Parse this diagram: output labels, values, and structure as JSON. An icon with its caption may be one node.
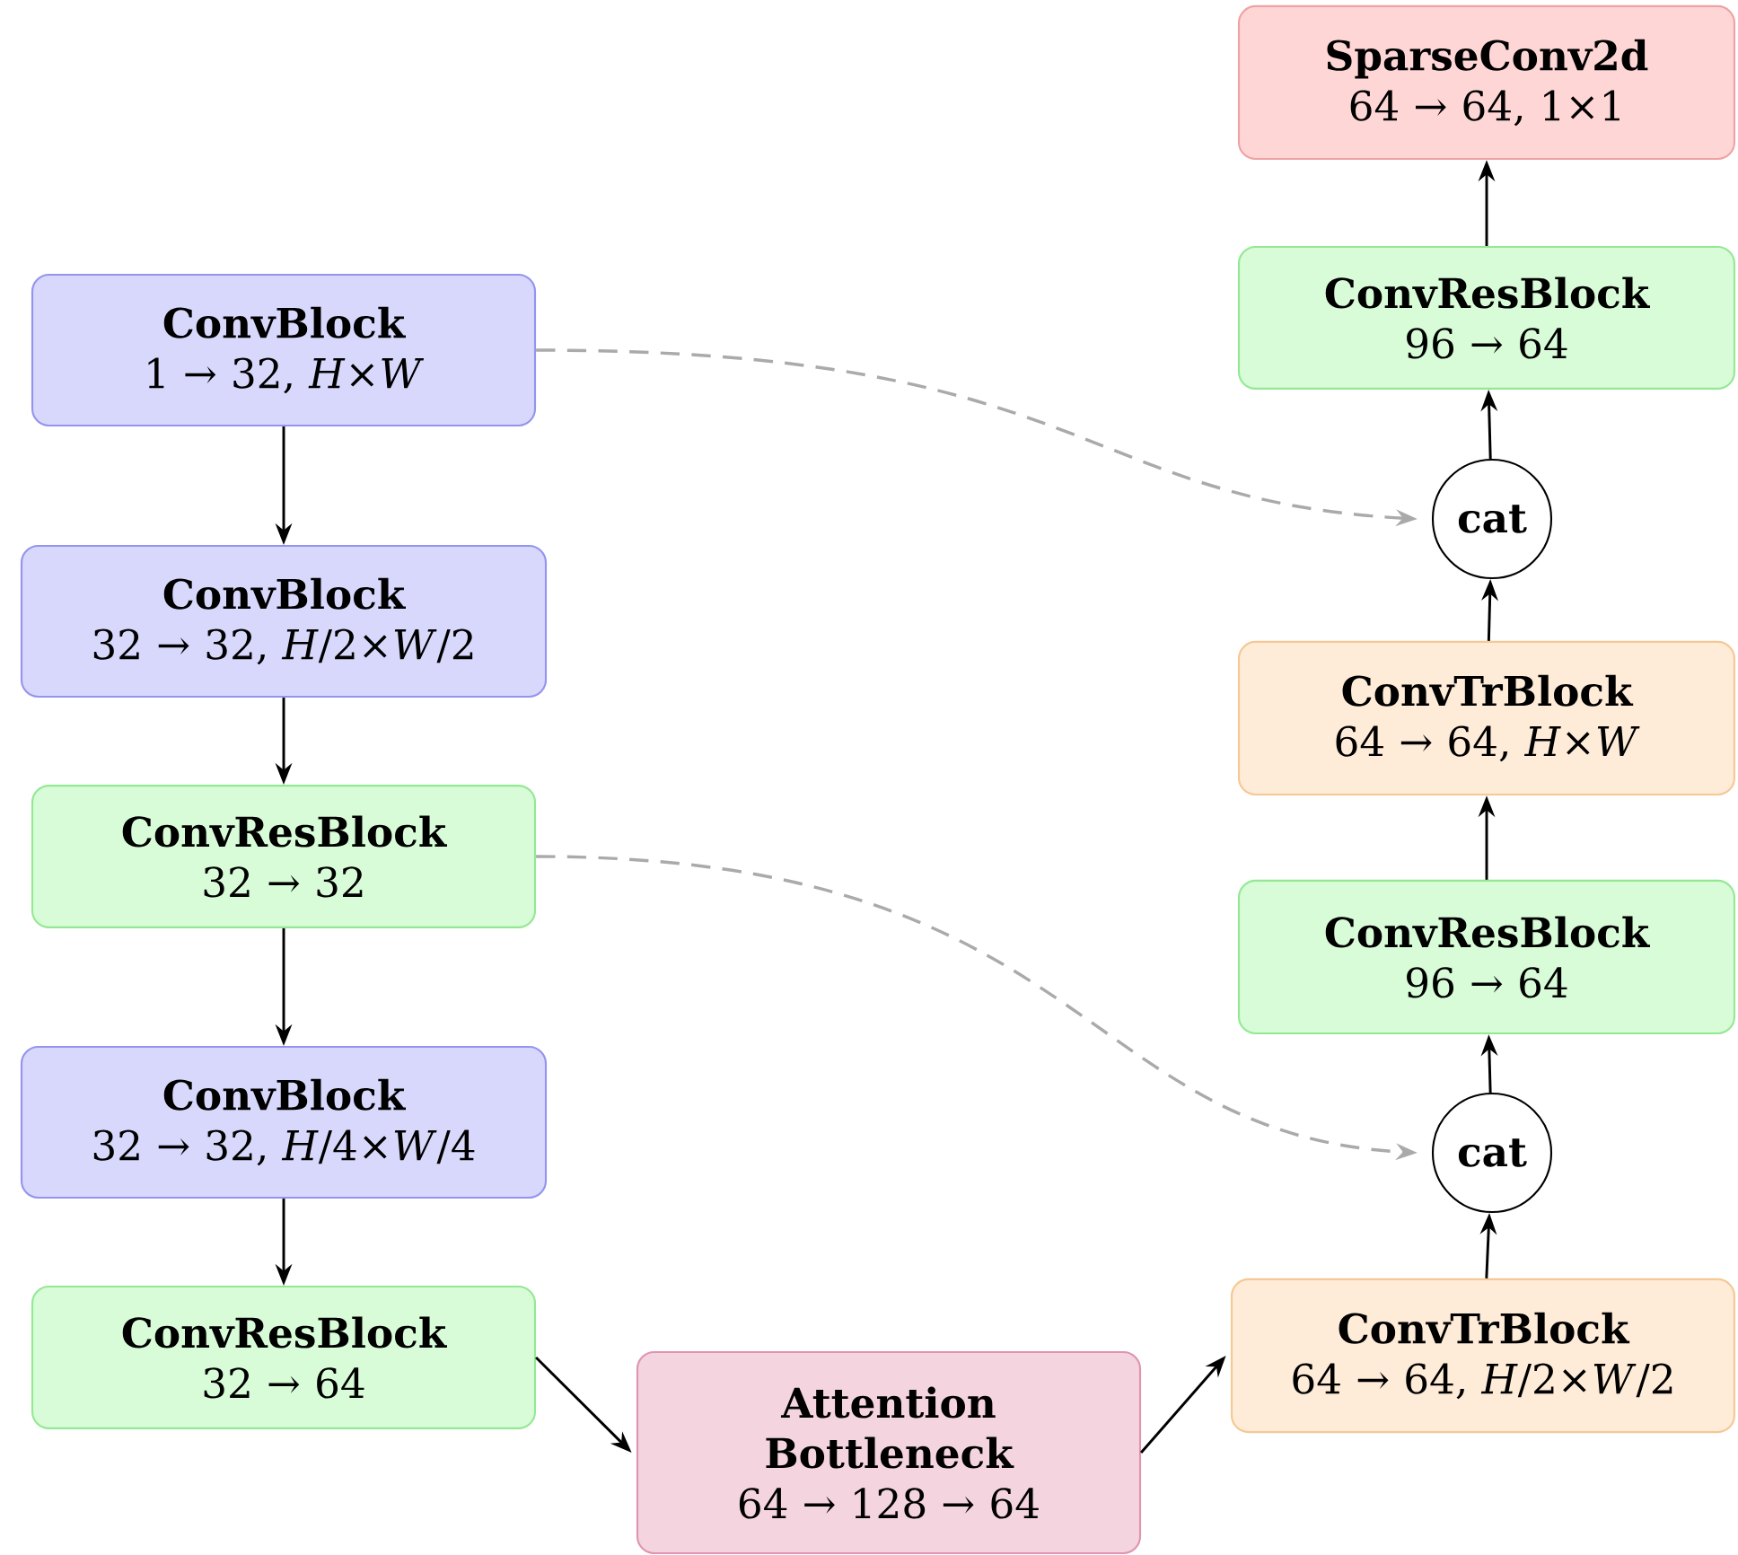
{
  "diagram": {
    "nodes": [
      {
        "text": [
          "ConvBlock",
          "1 → 32, *H*×*W*"
        ]
      },
      {
        "text": [
          "ConvBlock",
          "32 → 32, *H*/2×*W*/2"
        ]
      },
      {
        "text": [
          "ConvResBlock",
          "32 → 32"
        ]
      },
      {
        "text": [
          "ConvBlock",
          "32 → 32, *H*/4×*W*/4"
        ]
      },
      {
        "text": [
          "ConvResBlock",
          "32 → 64"
        ]
      },
      {
        "text": [
          "Attention Bottleneck",
          "64 → 128 → 64"
        ]
      },
      {
        "text": [
          "ConvTrBlock",
          "64 → 64, *H*/2×*W*/2"
        ]
      },
      {
        "text": [
          "cat"
        ]
      },
      {
        "text": [
          "ConvResBlock",
          "96 → 64"
        ]
      },
      {
        "text": [
          "ConvTrBlock",
          "64 → 64, *H*×*W*"
        ]
      },
      {
        "text": [
          "cat"
        ]
      },
      {
        "text": [
          "ConvResBlock",
          "96 → 64"
        ]
      },
      {
        "text": [
          "SparseConv2d",
          "64 → 64, 1×1"
        ]
      }
    ],
    "edges": [
      {
        "from": 0,
        "to": 1,
        "arrow": "to"
      },
      {
        "from": 1,
        "to": 2,
        "arrow": "to"
      },
      {
        "from": 2,
        "to": 3,
        "arrow": "to"
      },
      {
        "from": 3,
        "to": 4,
        "arrow": "to"
      },
      {
        "from": 4,
        "to": 5,
        "arrow": "to"
      },
      {
        "from": 5,
        "to": 6,
        "arrow": "to"
      },
      {
        "from": 6,
        "to": 7,
        "arrow": "to"
      },
      {
        "from": 7,
        "to": 8,
        "arrow": "to"
      },
      {
        "from": 8,
        "to": 9,
        "arrow": "to"
      },
      {
        "from": 9,
        "to": 10,
        "arrow": "to"
      },
      {
        "from": 10,
        "to": 11,
        "arrow": "to"
      },
      {
        "from": 11,
        "to": 12,
        "arrow": "to"
      },
      {
        "from": 0,
        "to": 10,
        "arrow": "to",
        "style": "dashed",
        "color": "#aaaaaa"
      },
      {
        "from": 2,
        "to": 7,
        "arrow": "to",
        "style": "dashed",
        "color": "#aaaaaa"
      }
    ]
  }
}
